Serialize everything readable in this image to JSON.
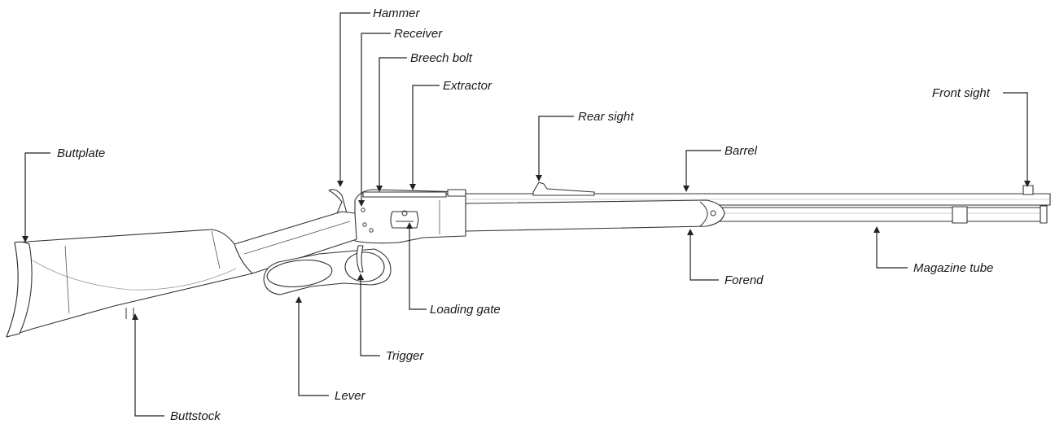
{
  "diagram": {
    "labels": {
      "hammer": "Hammer",
      "receiver": "Receiver",
      "breech_bolt": "Breech bolt",
      "extractor": "Extractor",
      "rear_sight": "Rear sight",
      "front_sight": "Front sight",
      "barrel": "Barrel",
      "buttplate": "Buttplate",
      "forend": "Forend",
      "magazine_tube": "Magazine tube",
      "loading_gate": "Loading gate",
      "trigger": "Trigger",
      "lever": "Lever",
      "buttstock": "Buttstock"
    }
  }
}
